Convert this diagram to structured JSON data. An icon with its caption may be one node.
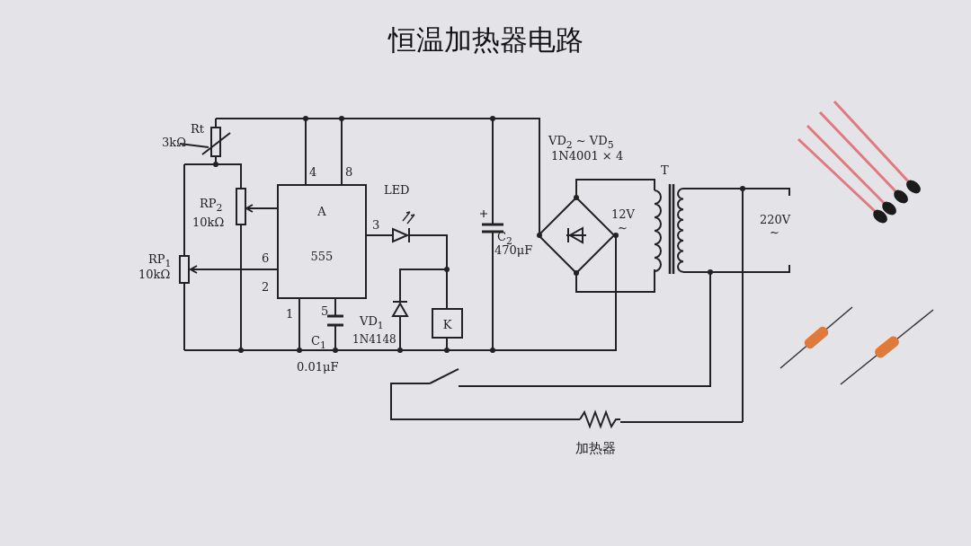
{
  "diagram": {
    "title": "恒温加热器电路",
    "nodes": [
      {
        "text": [
          "A",
          "555"
        ],
        "beside": [
          "4",
          "8",
          "3",
          "6",
          "2",
          "1",
          "5"
        ]
      },
      {
        "text": [
          "K"
        ]
      }
    ],
    "edges": [
      {
        "from": 0,
        "to": 1,
        "arrow": "none"
      }
    ],
    "labels": [
      "Rt",
      "3kΩ",
      "LED",
      "RP$_{2}$",
      "10kΩ",
      "RP$_{1}$",
      "10kΩ",
      "VD$_{1}$",
      "C$_{1}$",
      "1N4148",
      "0.01μF",
      "C$_{2}$",
      "470μF",
      "VD$_{2}$ ~ VD$_{5}$",
      "1N4001 × 4",
      "T",
      "12V",
      "~",
      "220V",
      "~",
      "加热器"
    ]
  }
}
